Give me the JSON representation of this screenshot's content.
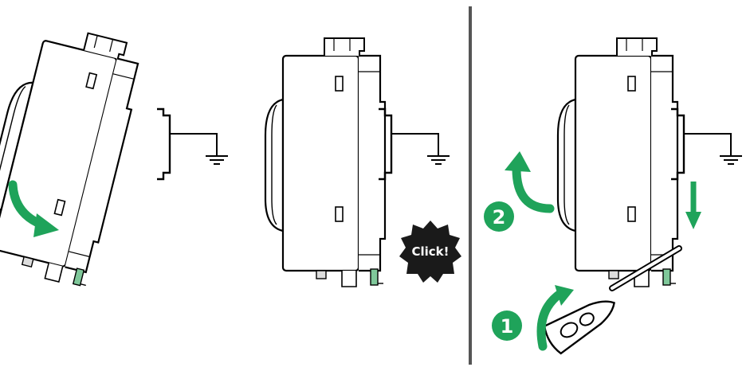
{
  "diagram": {
    "panels": [
      {
        "id": "tilt-onto-rail"
      },
      {
        "id": "mounted-on-rail"
      },
      {
        "id": "removal"
      }
    ],
    "click_badge": {
      "text": "Click!"
    },
    "steps": [
      {
        "number": "1",
        "action": "rotate-screwdriver"
      },
      {
        "number": "2",
        "action": "tilt-off-rail"
      }
    ],
    "colors": {
      "accent_green": "#1fa35a",
      "clip_green": "#7fc89a",
      "outline": "#000000",
      "badge": "#1a1a1a",
      "divider": "#555555"
    },
    "icons": [
      "ground-symbol-icon",
      "curved-arrow-icon",
      "down-arrow-icon",
      "screwdriver-icon"
    ]
  }
}
